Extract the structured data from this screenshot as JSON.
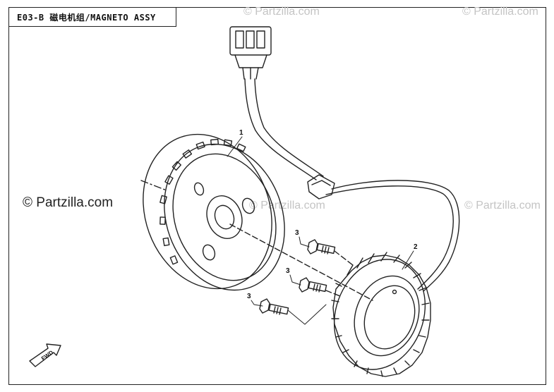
{
  "title": "E03-B 磁电机组/MAGNETO ASSY",
  "watermarks": {
    "main": "© Partzilla.com",
    "faint": "© Partzilla.com"
  },
  "callouts": {
    "flywheel": "1",
    "stator": "2",
    "bolt_a": "3",
    "bolt_b": "3",
    "bolt_c": "3"
  },
  "fwd_label": "FWD",
  "colors": {
    "line": "#222222",
    "watermark_faint": "#c4c4c4"
  }
}
